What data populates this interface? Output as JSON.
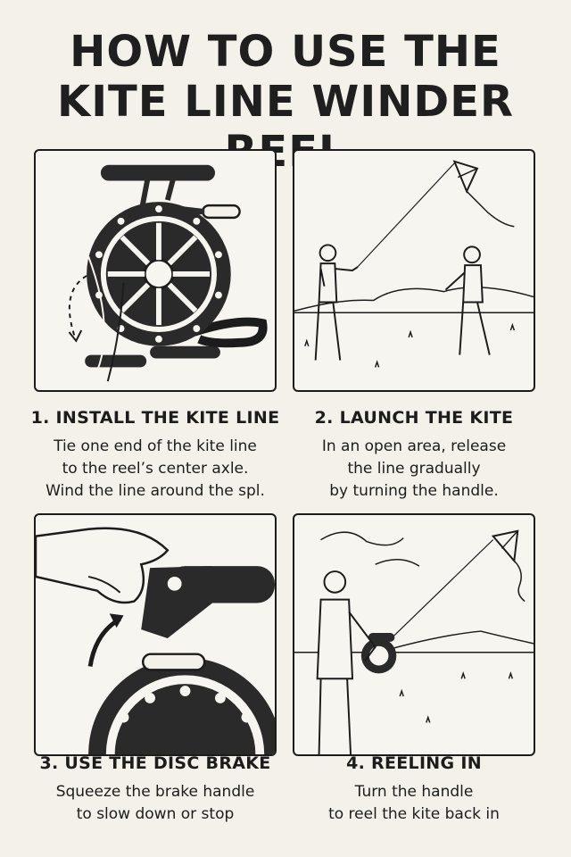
{
  "title": {
    "line1": "HOW TO USE THE",
    "line2": "KITE LINE WINDER REEL"
  },
  "steps": [
    {
      "heading": "1. INSTALL THE KITE LINE",
      "lines": [
        "Tie one end of the kite line",
        "to the reel’s center axle.",
        "Wind the line around the spl."
      ],
      "illustration": "reel-illustration"
    },
    {
      "heading": "2. LAUNCH THE KITE",
      "lines": [
        "In an open area, release",
        "the line gradually",
        "by turning the handle."
      ],
      "illustration": "two-people-flying-kite-illustration"
    },
    {
      "heading": "3. USE THE DISC BRAKE",
      "lines": [
        "Squeeze the brake handle",
        "to slow down or stop"
      ],
      "illustration": "hand-squeezing-brake-illustration"
    },
    {
      "heading": "4. REELING IN",
      "lines": [
        "Turn the handle",
        "to reel the kite back in"
      ],
      "illustration": "person-reeling-in-kite-illustration"
    }
  ],
  "colors": {
    "background": "#f4f1ea",
    "ink": "#1c1c1c",
    "reel": "#2a2a2a"
  }
}
